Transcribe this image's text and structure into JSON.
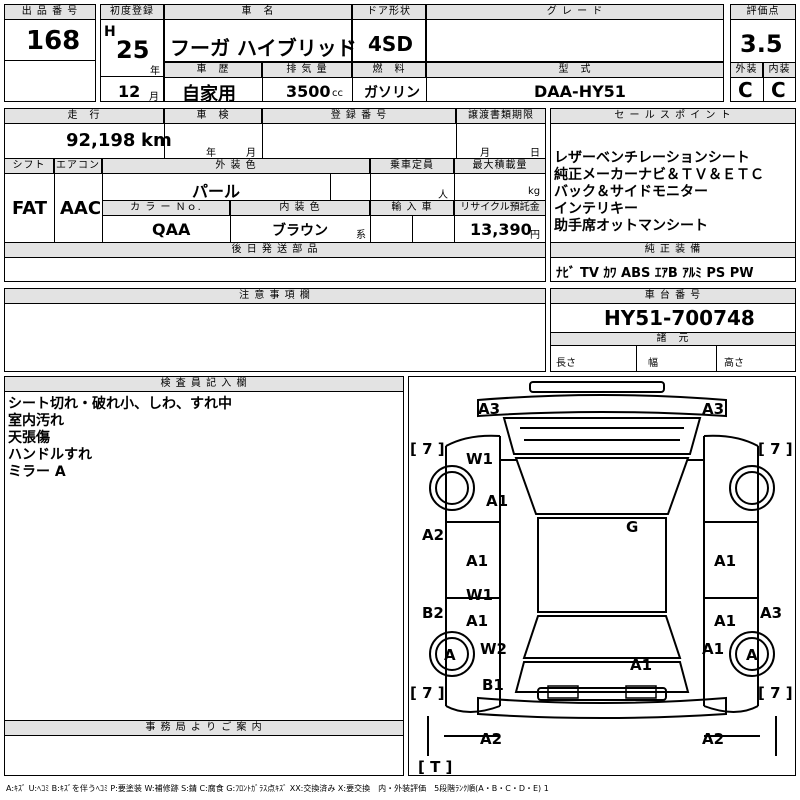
{
  "header": {
    "lot_label": "出 品 番 号",
    "lot_value": "168",
    "reg_label": "初度登録",
    "era": "H",
    "year": "25",
    "year_unit": "年",
    "name_label": "車　名",
    "name_value": "フーガ ハイブリッド",
    "door_label": "ドア形状",
    "door_value": "4SD",
    "grade_label": "グ レ ー ド",
    "grade_value": "",
    "score_label": "評価点",
    "score_value": "3.5",
    "month": "12",
    "month_unit": "月",
    "history_label": "車　歴",
    "history_value": "自家用",
    "disp_label": "排 気 量",
    "disp_value": "3500",
    "disp_unit": "cc",
    "fuel_label": "燃　料",
    "fuel_value": "ガソリン",
    "model_label": "型　式",
    "model_value": "DAA-HY51",
    "ext_label": "外装",
    "ext_value": "C",
    "int_label": "内装",
    "int_value": "C"
  },
  "row2": {
    "mileage_label": "走　行",
    "mileage_value": "92,198",
    "mileage_unit": "km",
    "inspect_label": "車　検",
    "inspect_year": "年",
    "inspect_month": "月",
    "regno_label": "登 録 番 号",
    "transfer_label": "譲渡書類期限",
    "transfer_month": "月",
    "transfer_day": "日",
    "shift_label": "シフト",
    "shift_value": "FAT",
    "ac_label": "エアコン",
    "ac_value": "AAC",
    "color_label": "外 装 色",
    "color_value": "パール",
    "cap_label": "乗車定員",
    "cap_unit": "人",
    "load_label": "最大積載量",
    "load_unit": "kg",
    "colorno_label": "カ ラ ー Ｎｏ.",
    "colorno_value": "QAA",
    "intcolor_label": "内 装 色",
    "intcolor_value": "ブラウン",
    "intcolor_unit": "系",
    "import_label": "輸 入 車",
    "recycle_label": "リサイクル預託金",
    "recycle_value": "13,390",
    "recycle_unit": "円",
    "later_label": "後 日 発 送 部 品"
  },
  "sales": {
    "label": "セ ー ル ス ポ イ ン ト",
    "points": [
      "レザーベンチレーションシート",
      "純正メーカーナビ＆ＴＶ＆ＥＴＣ",
      "バック＆サイドモニター",
      "インテリキー",
      "助手席オットマンシート"
    ],
    "equip_label": "純 正 装 備",
    "equip": "ﾅﾋﾞ TV ｶﾜ ABS ｴｱB ｱﾙﾐ PS PW"
  },
  "notes": {
    "label": "注 意 事 項 欄"
  },
  "chassis": {
    "label": "車 台 番 号",
    "value": "HY51-700748",
    "dims_label": "諸　元",
    "len": "長さ",
    "wid": "幅",
    "hei": "高さ"
  },
  "inspector": {
    "label": "検 査 員 記 入 欄",
    "lines": [
      "シート切れ・破れ小、しわ、すれ中",
      "室内汚れ",
      "天張傷",
      "ハンドルすれ",
      "ミラー A"
    ]
  },
  "office": {
    "label": "事 務 局 よ り ご 案 内"
  },
  "diagram": {
    "codes": [
      "A3",
      "A3",
      "[ 7 ]",
      "[ 7 ]",
      "W1",
      "A1",
      "G",
      "A2",
      "A1",
      "A1",
      "W1",
      "A1",
      "A1",
      "B2",
      "A3",
      "A",
      "W2",
      "A1",
      "A",
      "A1",
      "[ 7 ]",
      "B1",
      "[ 7 ]",
      "A2",
      "A2",
      "[ T ]"
    ]
  },
  "legend": "A:ｷｽﾞ U:ﾍｺﾐ B:ｷｽﾞを伴うﾍｺﾐ P:要塗装 W:補修跡 S:錆 C:腐食 G:ﾌﾛﾝﾄｶﾞﾗｽ点ｷｽﾞ XX:交換済み X:要交換　内・外装評価　5段階ﾗﾝｸ順(A・B・C・D・E) 1"
}
